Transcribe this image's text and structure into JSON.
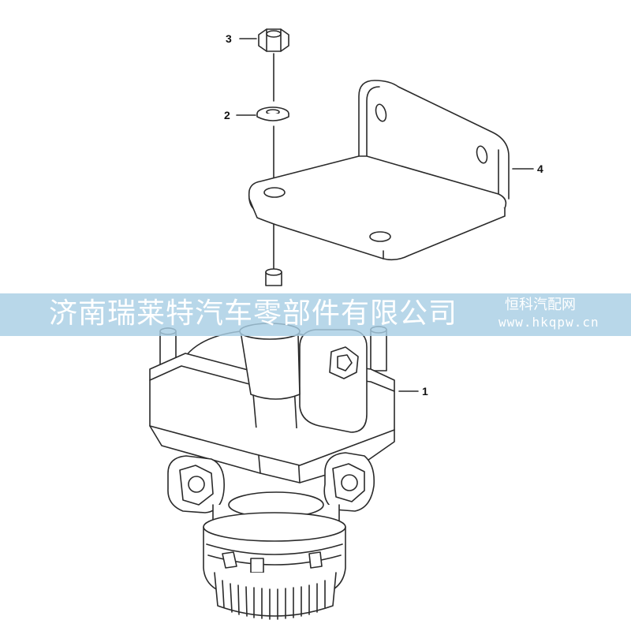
{
  "callouts": {
    "nut": "3",
    "washer": "2",
    "bracket": "4",
    "valve": "1"
  },
  "watermark": {
    "company": "济南瑞莱特汽车零部件有限公司",
    "brand": "恒科汽配网",
    "url": "www.hkqpw.cn"
  },
  "colors": {
    "line": "#2a2a2a",
    "banner": "#a8cee4",
    "banner_text": "#ffffff"
  }
}
